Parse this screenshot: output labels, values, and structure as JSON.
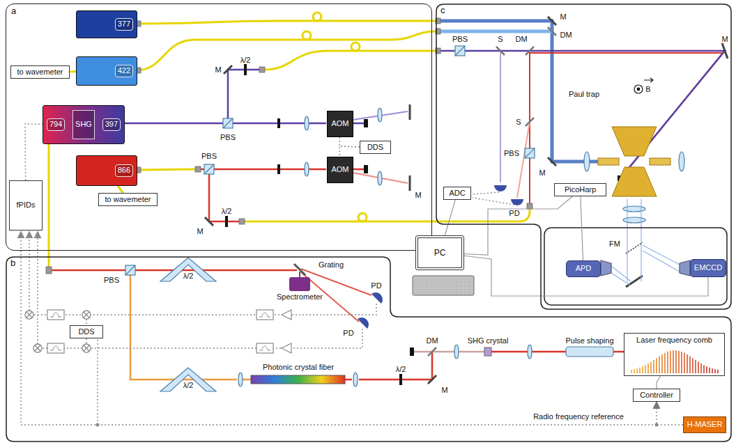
{
  "diagram": {
    "nodes": [
      {
        "text": [
          "a"
        ]
      },
      {
        "text": [
          "377"
        ],
        "in": 0
      },
      {
        "text": [
          "422"
        ],
        "in": 0
      },
      {
        "text": [
          "to wavemeter"
        ],
        "in": 0
      },
      {
        "text": [
          "794",
          "SHG",
          "397"
        ],
        "in": 0
      },
      {
        "text": [
          "866"
        ],
        "in": 0
      },
      {
        "text": [
          "to wavemeter"
        ],
        "in": 0
      },
      {
        "text": [
          "fPIDs"
        ],
        "in": 0
      },
      {
        "text": [
          "AOM"
        ],
        "in": 0
      },
      {
        "text": [
          "DDS"
        ],
        "in": 0
      },
      {
        "text": [
          "AOM"
        ],
        "in": 0
      },
      {
        "text": [
          "c"
        ]
      },
      {
        "text": [
          "ADC"
        ],
        "in": 11
      },
      {
        "text": [
          "PicoHarp"
        ],
        "in": 11
      },
      {
        "text": [
          "APD"
        ],
        "in": 11
      },
      {
        "text": [
          "EMCCD"
        ],
        "in": 11
      },
      {
        "text": [
          "PC"
        ]
      },
      {
        "text": [
          "b"
        ]
      },
      {
        "text": [
          "Spectrometer"
        ],
        "in": 17
      },
      {
        "text": [
          "DDS"
        ],
        "in": 17
      },
      {
        "text": [
          "Laser frequency comb"
        ],
        "in": 17
      },
      {
        "text": [
          "Controller"
        ],
        "in": 17
      },
      {
        "text": [
          "H-MASER"
        ],
        "in": 17
      }
    ],
    "edges": [
      {
        "from": 2,
        "to": 3,
        "arrow": "none"
      },
      {
        "from": 5,
        "to": 6,
        "arrow": "none"
      },
      {
        "from": 9,
        "to": 8,
        "arrow": "none"
      },
      {
        "from": 9,
        "to": 10,
        "arrow": "none"
      },
      {
        "from": 7,
        "to": 4,
        "arrow": "none"
      },
      {
        "from": 22,
        "to": 21,
        "arrow": "to"
      },
      {
        "from": 12,
        "to": 16,
        "arrow": "none"
      },
      {
        "from": 13,
        "to": 16,
        "arrow": "none"
      },
      {
        "from": 14,
        "to": 13,
        "arrow": "none"
      },
      {
        "from": 15,
        "to": 16,
        "arrow": "none"
      },
      {
        "from": 21,
        "to": 20,
        "arrow": "none"
      }
    ],
    "labels": [
      "M",
      "λ/2",
      "PBS",
      "M",
      "PBS",
      "λ/2",
      "M",
      "PBS",
      "S",
      "DM",
      "M",
      "DM",
      "M",
      "Paul trap",
      "B",
      "S",
      "PBS",
      "M",
      "FM",
      "PD",
      "PBS",
      "λ/2",
      "Grating",
      "PD",
      "PD",
      "λ/2",
      "Photonic crystal fiber",
      "λ/2",
      "M",
      "DM",
      "SHG crystal",
      "Pulse shaping",
      "Radio frequency reference"
    ]
  }
}
